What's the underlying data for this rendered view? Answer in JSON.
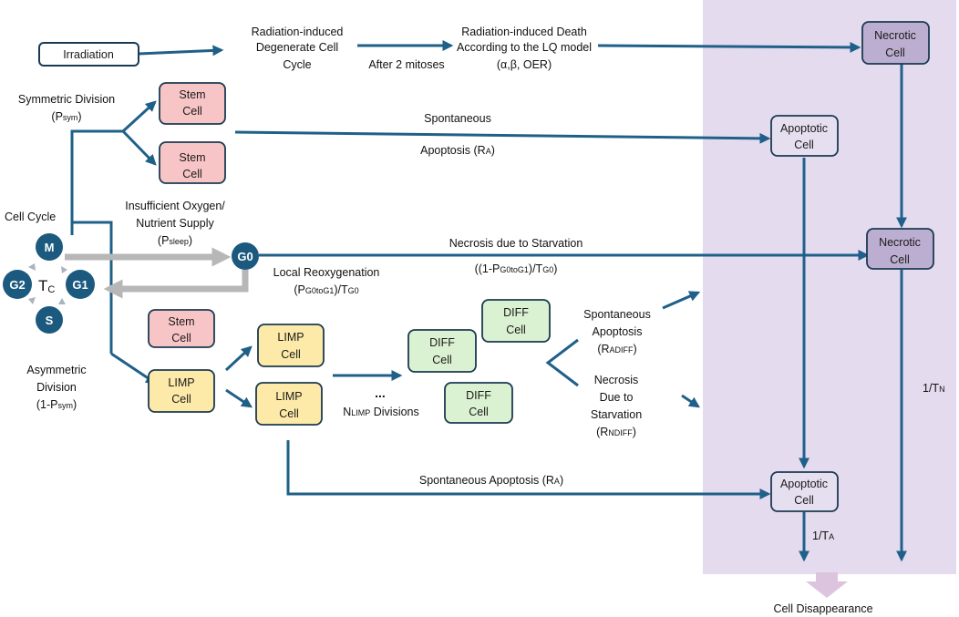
{
  "nodes": {
    "irradiation": "Irradiation",
    "stem_1_a": "Stem",
    "stem_1_b": "Cell",
    "stem_2_a": "Stem",
    "stem_2_b": "Cell",
    "stem_3_a": "Stem",
    "stem_3_b": "Cell",
    "limp_1_a": "LIMP",
    "limp_1_b": "Cell",
    "limp_2_a": "LIMP",
    "limp_2_b": "Cell",
    "limp_3_a": "LIMP",
    "limp_3_b": "Cell",
    "diff_1_a": "DIFF",
    "diff_1_b": "Cell",
    "diff_2_a": "DIFF",
    "diff_2_b": "Cell",
    "diff_3_a": "DIFF",
    "diff_3_b": "Cell",
    "necrotic_1_a": "Necrotic",
    "necrotic_1_b": "Cell",
    "necrotic_2_a": "Necrotic",
    "necrotic_2_b": "Cell",
    "apoptotic_1_a": "Apoptotic",
    "apoptotic_1_b": "Cell",
    "apoptotic_2_a": "Apoptotic",
    "apoptotic_2_b": "Cell"
  },
  "cell_cycle": {
    "title": "Cell Cycle",
    "m": "M",
    "g1": "G1",
    "g2": "G2",
    "s": "S",
    "g0": "G0",
    "tc_main": "T",
    "tc_sub": "C"
  },
  "labels": {
    "degenerate_1": "Radiation-induced",
    "degenerate_2": "Degenerate Cell",
    "degenerate_3": "Cycle",
    "after_mitoses": "After 2 mitoses",
    "death_1": "Radiation-induced Death",
    "death_2": "According to the LQ model",
    "death_3": "(α,β, OER)",
    "sym_1": "Symmetric Division",
    "sym_2_main": "(P",
    "sym_2_sub": "sym",
    "sym_2_end": ")",
    "spontaneous": "Spontaneous",
    "apoptosis_ra_main": "Apoptosis (R",
    "apoptosis_ra_sub": "A",
    "apoptosis_ra_end": ")",
    "insufficient_1": "Insufficient Oxygen/",
    "insufficient_2": "Nutrient Supply",
    "psleep_main": "(P",
    "psleep_sub": "sleep",
    "psleep_end": ")",
    "necrosis_starvation": "Necrosis due to Starvation",
    "g0_formula_a": "((1-P",
    "g0_formula_b": "G0toG1",
    "g0_formula_c": ")/T",
    "g0_formula_d": "G0",
    "g0_formula_e": ")",
    "reoxygenation": "Local Reoxygenation",
    "reox_formula_a": "(P",
    "reox_formula_b": "G0toG1",
    "reox_formula_c": ")/T",
    "reox_formula_d": "G0",
    "asym_1": "Asymmetric",
    "asym_2": "Division",
    "asym_3_main": "(1-P",
    "asym_3_sub": "sym",
    "asym_3_end": ")",
    "ellipsis": "...",
    "nlimp_main": "N",
    "nlimp_sub": "LIMP",
    "nlimp_end": " Divisions",
    "spont_apop_1": "Spontaneous",
    "spont_apop_2": "Apoptosis",
    "radiff_main": "(R",
    "radiff_sub": "ADIFF",
    "radiff_end": ")",
    "necrosis_1": "Necrosis",
    "necrosis_2": "Due to",
    "necrosis_3": "Starvation",
    "rndiff_main": "(R",
    "rndiff_sub": "NDIFF",
    "rndiff_end": ")",
    "bottom_apop_main": "Spontaneous Apoptosis (R",
    "bottom_apop_sub": "A",
    "bottom_apop_end": ")",
    "tn_main": "1/T",
    "tn_sub": "N",
    "ta_main": "1/T",
    "ta_sub": "A",
    "disappearance": "Cell Disappearance"
  },
  "colors": {
    "arrow": "#1f6089",
    "circle": "#1b5a7e",
    "stem_fill": "#f8c5c7",
    "limp_fill": "#fdeaa8",
    "diff_fill": "#daf2d1",
    "dead_fill": "#bcaed0",
    "apoptotic_fill": "#e6dff0",
    "region_fill": "#e5dbef",
    "grey_arrow": "#b7b7b7"
  }
}
